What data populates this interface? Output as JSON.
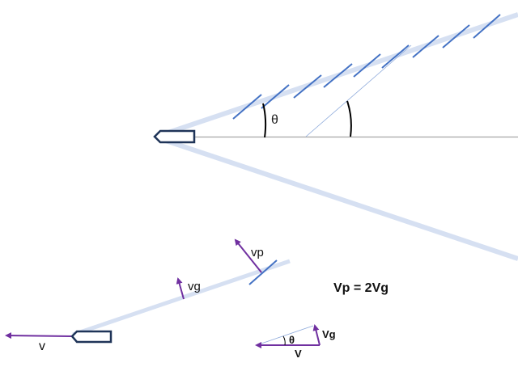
{
  "colors": {
    "wake": "#d6e0f2",
    "crest": "#4472c4",
    "arrow": "#7030a0",
    "boat": "#1f3458",
    "axis": "#a6a6a6"
  },
  "top_diagram": {
    "angle_label": "θ"
  },
  "bottom_diagram": {
    "v_label": "v",
    "vg_label": "vg",
    "vp_label": "vp",
    "equation": "Vp = 2Vg",
    "triangle": {
      "angle_label": "θ",
      "v_label": "V",
      "vg_label": "Vg"
    }
  }
}
